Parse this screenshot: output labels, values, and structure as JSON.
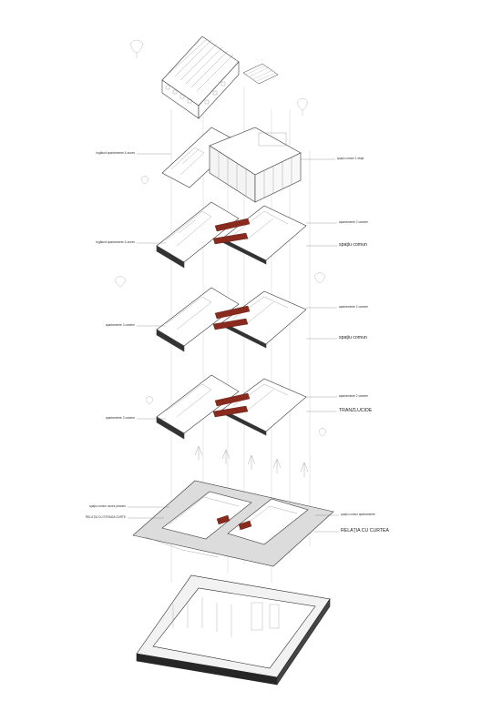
{
  "colors": {
    "line": "#3a3a3a",
    "light_line": "#9a9a9a",
    "accent": "#8a2a1e",
    "ground": "#dcdcdc",
    "dark": "#262626"
  },
  "labels": {
    "left_level5": "legătură apartamente & acces",
    "left_level4": "legătură apartamente & acces",
    "left_level3": "apartamente 3 camere",
    "left_level2": "apartamente 3 camere",
    "left_ground_a": "spaţiu comun acces parcare",
    "left_ground_b": "RELAŢIA CU STRADA CURTE",
    "right_level5": "spaţiu comun 1 etaje",
    "right_level4a": "apartamente 2 camere",
    "right_level4b": "spaţiu comun",
    "right_level3a": "apartamente 2 camere",
    "right_level3b": "spaţiu comun",
    "right_level2a": "apartamente 2 camere",
    "right_level2b": "TRANZLUCIDE",
    "right_ground_a": "spaţiu comun apartamente",
    "right_ground_b": "RELAŢIA CU CURTEA"
  }
}
